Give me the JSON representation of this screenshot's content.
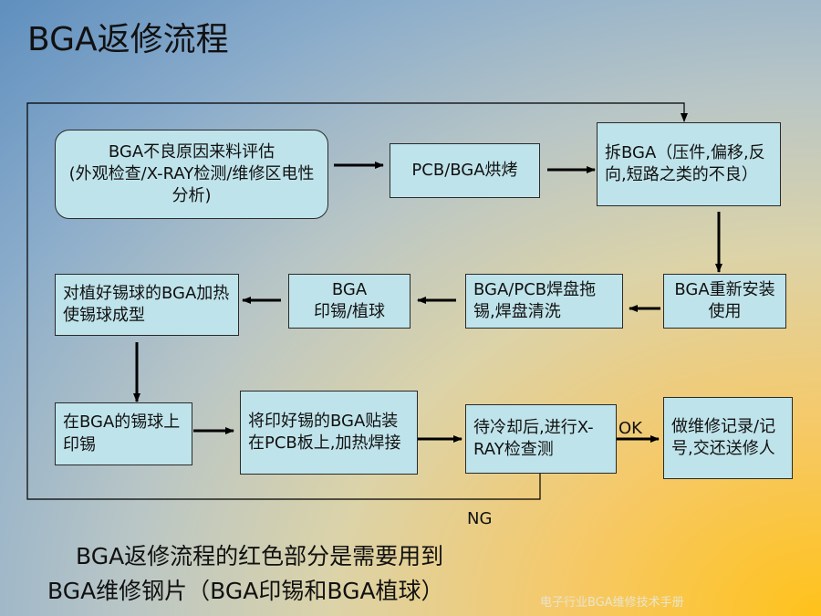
{
  "title": "BGA返修流程",
  "steps": {
    "s1": "BGA不良原因来料评估\n(外观检查/X-RAY检测/维修区电性分析)",
    "s2": "PCB/BGA烘烤",
    "s3": "拆BGA（压件,偏移,反向,短路之类的不良）",
    "s4": "BGA重新安装使用",
    "s5": "BGA/PCB焊盘拖锡,焊盘清洗",
    "s6": "BGA\n印锡/植球",
    "s7": "对植好锡球的BGA加热使锡球成型",
    "s8": "在BGA的锡球上印锡",
    "s9": "将印好锡的BGA贴装在PCB板上,加热焊接",
    "s10": "待冷却后,进行X-RAY检查测",
    "s11": "做维修记录/记号,交还送修人"
  },
  "labels": {
    "ok": "OK",
    "ng": "NG"
  },
  "note": {
    "line1": "BGA返修流程的红色部分是需要用到",
    "line2": "BGA维修钢片（BGA印锡和BGA植球）"
  },
  "footer": "电子行业BGA维修技术手册"
}
